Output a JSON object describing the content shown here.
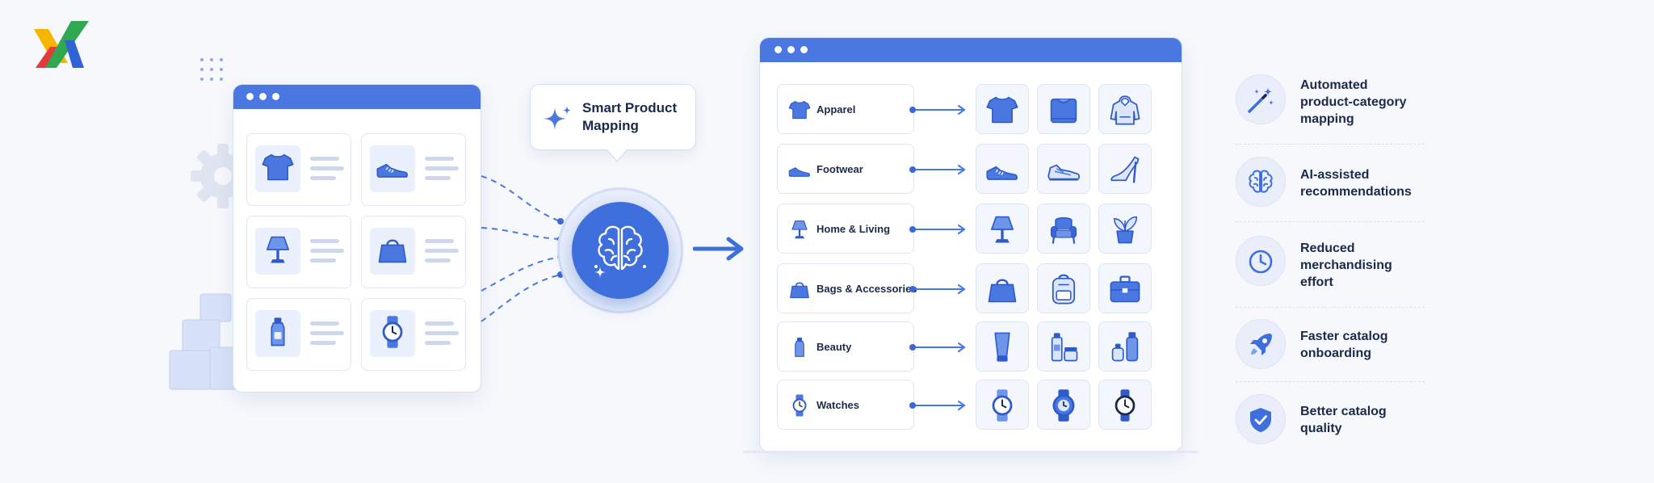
{
  "hub": {
    "title_lines": [
      "Smart Product",
      "Mapping"
    ]
  },
  "categories": [
    {
      "label": "Apparel",
      "icon": "tshirt-icon",
      "products": [
        "tshirt-icon",
        "folded-shirt-icon",
        "hoodie-icon"
      ]
    },
    {
      "label": "Footwear",
      "icon": "sneaker-icon",
      "products": [
        "sneaker-icon",
        "running-shoe-icon",
        "high-heel-icon"
      ]
    },
    {
      "label": "Home & Living",
      "icon": "lamp-icon",
      "products": [
        "lamp-icon",
        "armchair-icon",
        "potted-plant-icon"
      ]
    },
    {
      "label": "Bags & Accessories",
      "icon": "handbag-icon",
      "products": [
        "handbag-icon",
        "backpack-icon",
        "briefcase-icon"
      ]
    },
    {
      "label": "Beauty",
      "icon": "cosmetic-bottle-icon",
      "products": [
        "cream-tube-icon",
        "skincare-set-icon",
        "serum-bottles-icon"
      ]
    },
    {
      "label": "Watches",
      "icon": "watch-icon",
      "products": [
        "watch-icon",
        "smartwatch-icon",
        "wristwatch-icon"
      ]
    }
  ],
  "benefits": [
    {
      "icon": "magic-wand-icon",
      "lines": [
        "Automated",
        "product-category",
        "mapping"
      ]
    },
    {
      "icon": "brain-icon",
      "lines": [
        "AI-assisted",
        "recommendations"
      ]
    },
    {
      "icon": "clock-icon",
      "lines": [
        "Reduced",
        "merchandising",
        "effort"
      ]
    },
    {
      "icon": "rocket-icon",
      "lines": [
        "Faster catalog",
        "onboarding"
      ]
    },
    {
      "icon": "shield-check-icon",
      "lines": [
        "Better catalog",
        "quality"
      ]
    }
  ],
  "colors": {
    "accent": "#4a78e0",
    "accent_dark": "#2f5bc8",
    "background": "#f6f8fc",
    "logo_yellow": "#f7b500",
    "logo_green": "#2fa84f",
    "logo_blue": "#2f63d6",
    "logo_red": "#e23b3b"
  }
}
